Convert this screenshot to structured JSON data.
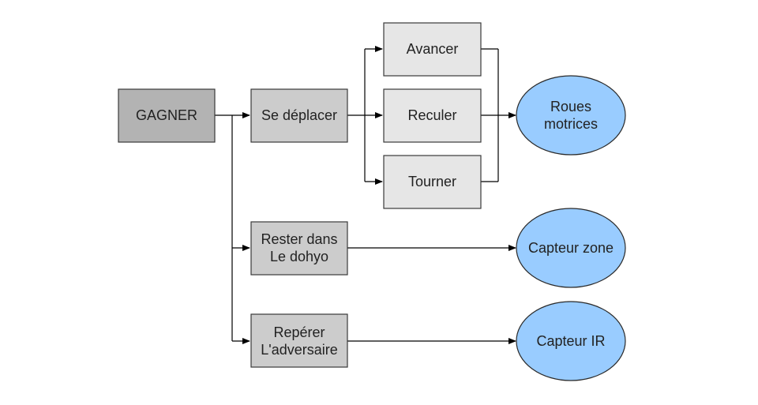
{
  "nodes": {
    "gagner": {
      "lines": [
        "GAGNER"
      ]
    },
    "se_deplacer": {
      "lines": [
        "Se déplacer"
      ]
    },
    "avancer": {
      "lines": [
        "Avancer"
      ]
    },
    "reculer": {
      "lines": [
        "Reculer"
      ]
    },
    "tourner": {
      "lines": [
        "Tourner"
      ]
    },
    "rester": {
      "lines": [
        "Rester dans",
        "Le dohyo"
      ]
    },
    "reperer": {
      "lines": [
        "Repérer",
        "L'adversaire"
      ]
    },
    "roues": {
      "lines": [
        "Roues",
        "motrices"
      ]
    },
    "capteur_zone": {
      "lines": [
        "Capteur zone"
      ]
    },
    "capteur_ir": {
      "lines": [
        "Capteur IR"
      ]
    }
  },
  "colors": {
    "root_fill": "#b3b3b3",
    "function_fill": "#cccccc",
    "action_fill": "#e6e6e6",
    "component_fill": "#99ccff",
    "edge": "#000000"
  }
}
